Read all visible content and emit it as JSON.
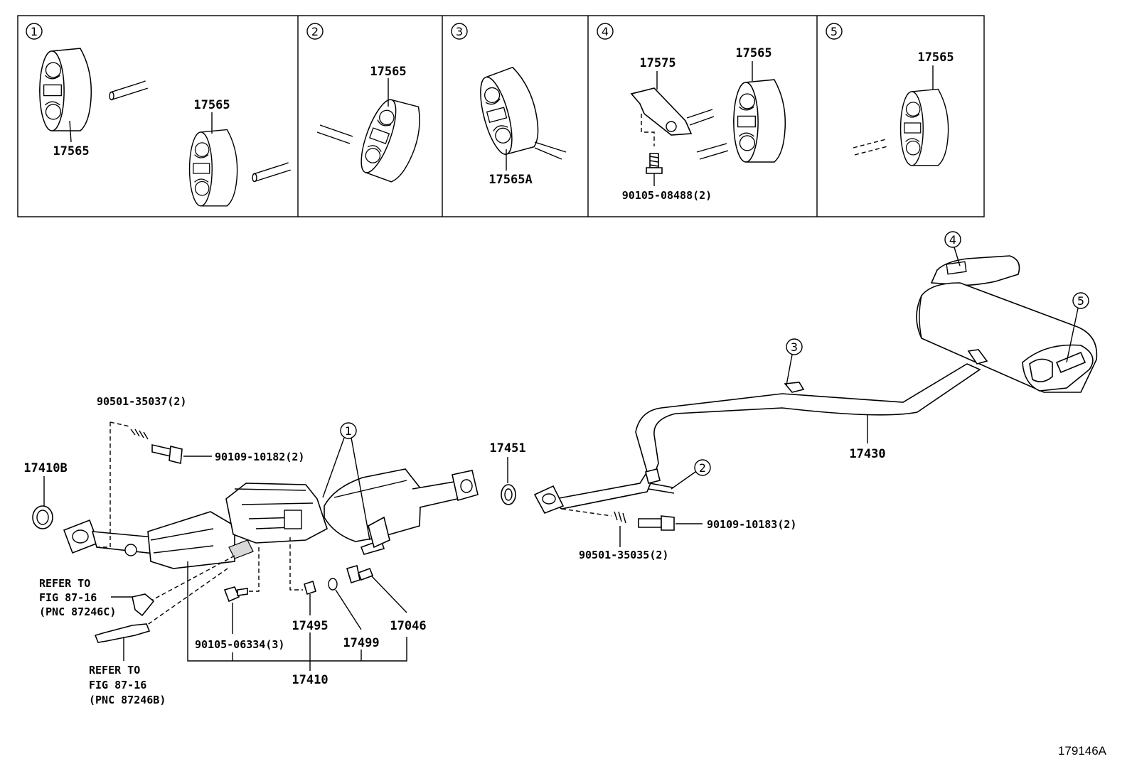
{
  "diagram_id": "179146A",
  "panels": [
    {
      "number": "1",
      "labels": [
        "17565",
        "17565"
      ]
    },
    {
      "number": "2",
      "labels": [
        "17565"
      ]
    },
    {
      "number": "3",
      "labels": [
        "17565A"
      ]
    },
    {
      "number": "4",
      "labels": [
        "17575",
        "17565",
        "90105-08488(2)"
      ]
    },
    {
      "number": "5",
      "labels": [
        "17565"
      ]
    }
  ],
  "main_labels": {
    "gasket_front": "17410B",
    "spring_front": "90501-35037(2)",
    "bolt_front": "90109-10182(2)",
    "gasket_mid": "17451",
    "pipe_tail": "17430",
    "bolt_mid": "90109-10183(2)",
    "spring_mid": "90501-35035(2)",
    "sensor_plug": "17495",
    "gasket_ring": "17499",
    "sensor": "17046",
    "bolt_small": "90105-06334(3)",
    "pipe_front": "17410"
  },
  "callouts": {
    "c1": "1",
    "c2": "2",
    "c3": "3",
    "c4": "4",
    "c5": "5"
  },
  "refer_c": {
    "line1": "REFER TO",
    "line2": "FIG 87-16",
    "line3": "(PNC 87246C)"
  },
  "refer_b": {
    "line1": "REFER TO",
    "line2": "FIG 87-16",
    "line3": "(PNC 87246B)"
  }
}
